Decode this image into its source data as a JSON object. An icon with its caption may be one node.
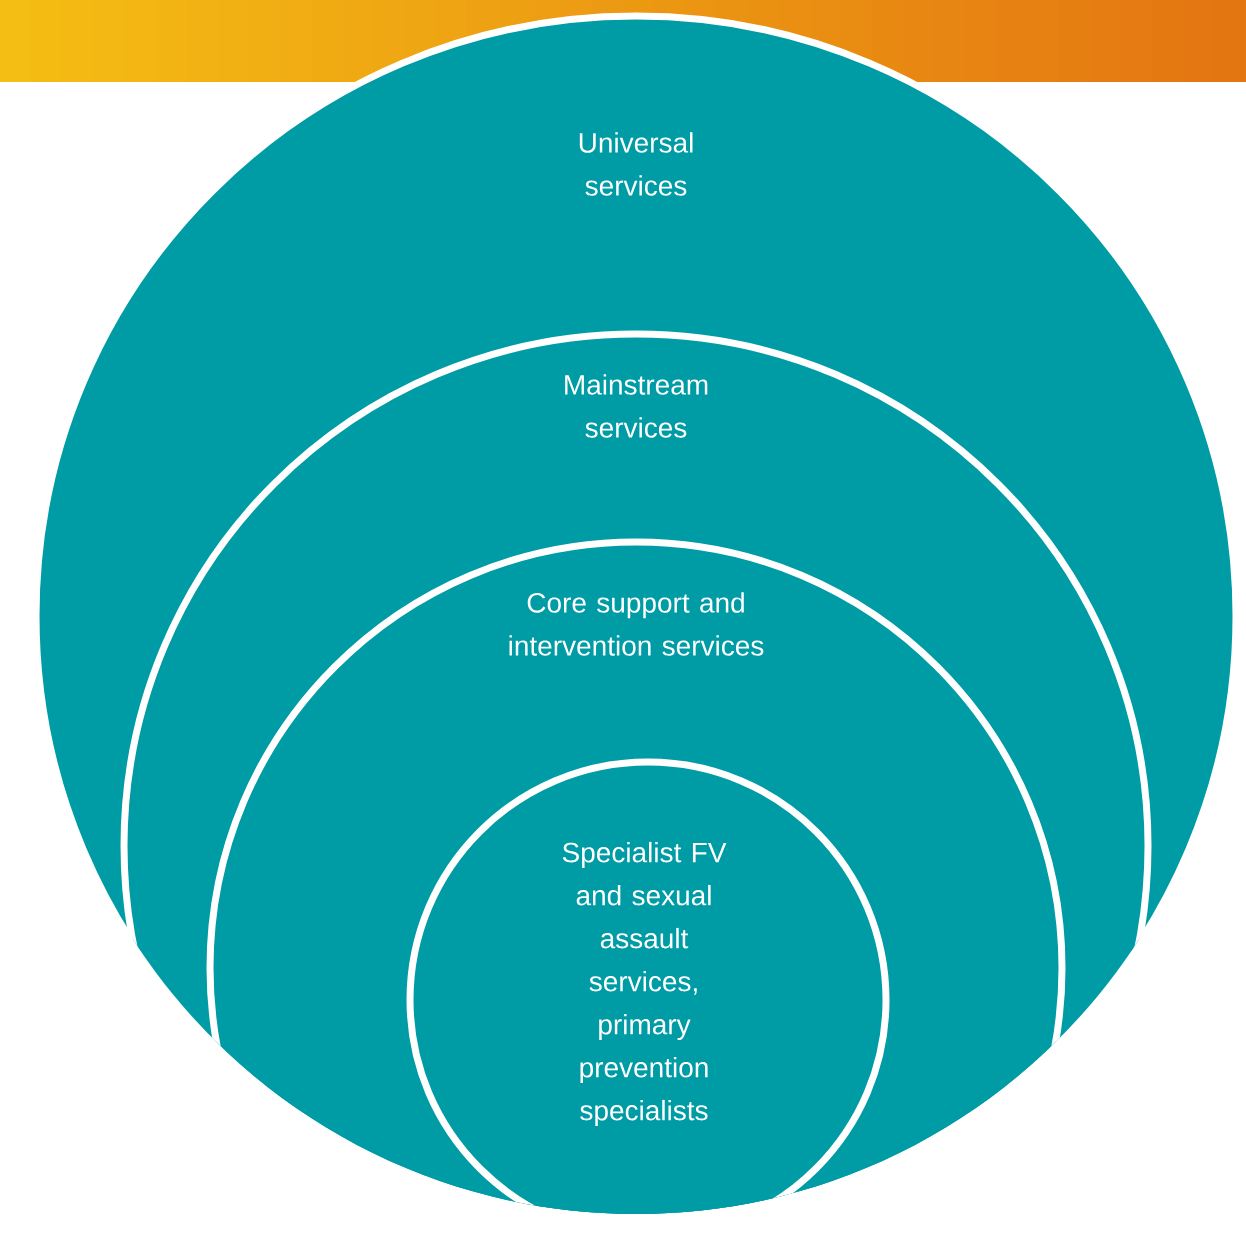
{
  "diagram": {
    "nodes": [
      {
        "text": [
          "Universal services"
        ]
      },
      {
        "text": [
          "Mainstream services"
        ],
        "in": 0
      },
      {
        "text": [
          "Core support and intervention services"
        ],
        "in": 1
      },
      {
        "text": [
          "Specialist FV and sexual assault services, primary prevention specialists"
        ],
        "in": 2
      }
    ]
  }
}
